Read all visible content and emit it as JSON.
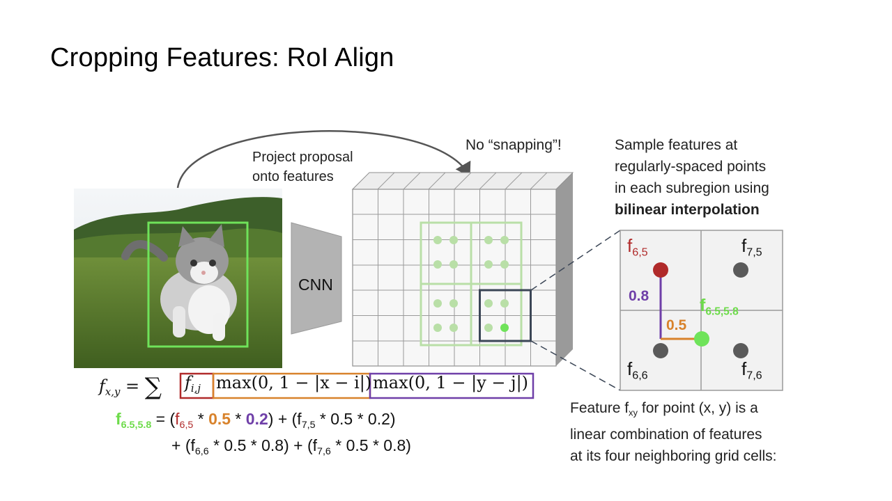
{
  "slide": {
    "title": "Cropping Features: RoI Align"
  },
  "labels": {
    "project": [
      "Project proposal",
      "onto features"
    ],
    "no_snapping": "No “snapping”!",
    "cnn": "CNN",
    "sample_note": [
      "Sample features at",
      "regularly-spaced points",
      "in each subregion using"
    ],
    "sample_note_bold": "bilinear interpolation",
    "feature_note_prefix": "Feature f",
    "feature_note_sub": "xy",
    "feature_note_rest": " for point (x, y) is a",
    "feature_note_lines": [
      "linear combination of features",
      "at its four neighboring grid cells:"
    ]
  },
  "zoom": {
    "f65_base": "f",
    "f65_sub": "6,5",
    "f75_base": "f",
    "f75_sub": "7,5",
    "f66_base": "f",
    "f66_sub": "6,6",
    "f76_base": "f",
    "f76_sub": "7,6",
    "fp_base": "f",
    "fp_sub": "6.5,5.8",
    "dist_y": "0.8",
    "dist_x": "0.5"
  },
  "equation": {
    "lhs": "f",
    "lhs_sub": "x,y",
    "eq": " = ",
    "sum": "∑",
    "term1_base": "f",
    "term1_sub": "i,j",
    "term2": "max(0, 1 − |x − i|)",
    "term3": "max(0, 1 − |y − j|)"
  },
  "formula": {
    "lhs_base": "f",
    "lhs_sub": "6.5,5.8",
    "line1": {
      "a": " = (",
      "f1": "f",
      "f1_sub": "6,5",
      "b": " * ",
      "v1": "0.5",
      "c": " * ",
      "v2": "0.2",
      "d": ") + (",
      "f2": "f",
      "f2_sub": "7,5",
      "e": " * 0.5 * 0.2)"
    },
    "line2": {
      "a": "+ (",
      "f1": "f",
      "f1_sub": "6,6",
      "b": " * 0.5 * 0.8) + (",
      "f2": "f",
      "f2_sub": "7,6",
      "c": " * 0.5 * 0.8)"
    }
  },
  "colors": {
    "proposal_green": "#6fe35a",
    "light_green": "#b9dfa7",
    "dark_box": "#3b4656",
    "red": "#b02a2a",
    "orange": "#d8822b",
    "purple": "#6f3fa8",
    "bright_green": "#6ddb4a"
  }
}
